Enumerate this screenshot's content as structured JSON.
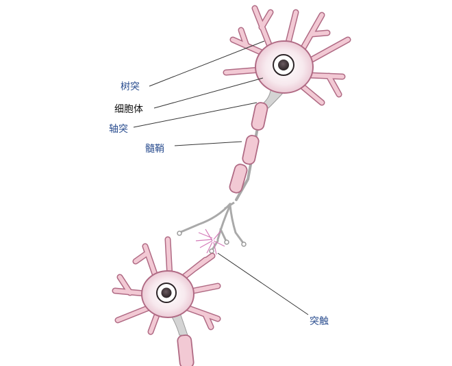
{
  "labels": {
    "dendrite": "树突",
    "cell_body": "细胞体",
    "axon": "轴突",
    "myelin_sheath": "髓鞘",
    "synapse": "突触"
  },
  "colors": {
    "label_blue": "#2a4d8f",
    "label_dark": "#111111",
    "cell_pink": "#f2c9d4",
    "cell_outline": "#b06a84",
    "axon_gray": "#a9a9a9",
    "spark": "#d47ab8"
  }
}
